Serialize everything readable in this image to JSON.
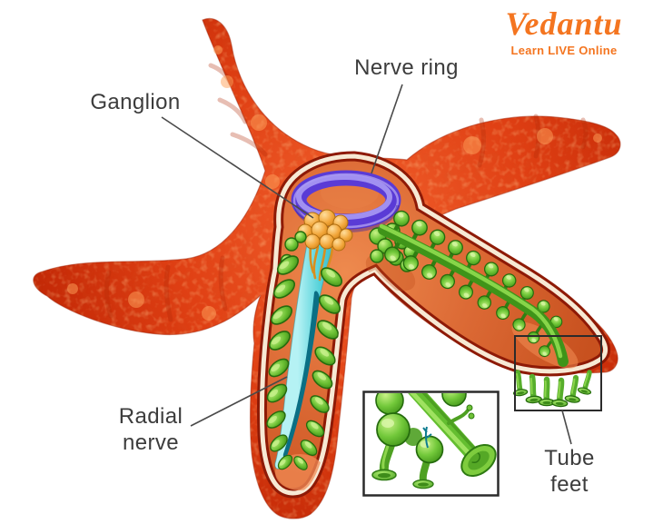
{
  "logo": {
    "brand": "Vedantu",
    "tagline": "Learn LIVE Online",
    "color": "#F47520"
  },
  "labels": {
    "ganglion": "Ganglion",
    "nerve_ring": "Nerve ring",
    "radial_nerve": "Radial nerve",
    "tube_feet": "Tube feet"
  },
  "colors": {
    "background": "#FFFFFF",
    "starfish_body": "#DD3B12",
    "starfish_body_dark": "#A81F04",
    "cavity_interior": "#DC6A35",
    "cut_rim_cream": "#F7E9D4",
    "cut_rim_shadow": "#8E1A06",
    "nerve_ring_purple": "#5A3BD6",
    "nerve_ring_highlight": "#A99AF4",
    "ganglion_orange": "#F2A63A",
    "radial_nerve_cyan": "#56D2DA",
    "radial_nerve_core": "#0B6F84",
    "tube_feet_green": "#5CB72F",
    "label_text": "#3C3C3C",
    "leader_line": "#4A4A4A",
    "box_stroke": "#2B2B2B"
  }
}
